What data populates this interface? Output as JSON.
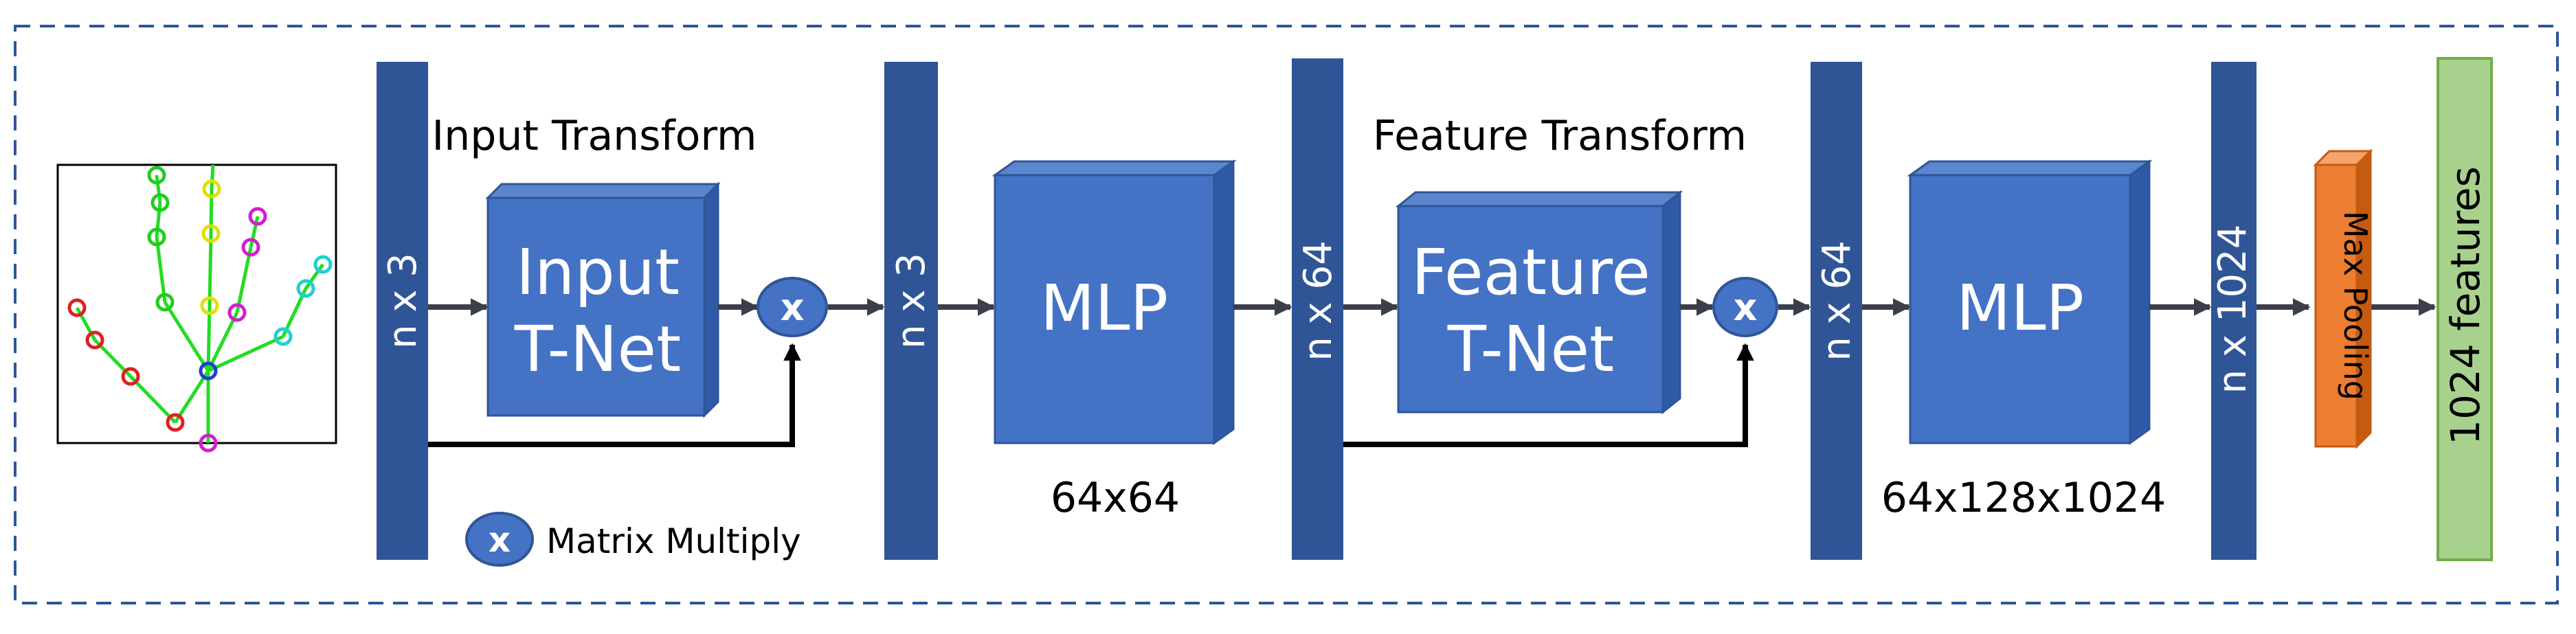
{
  "colors": {
    "bar": "#2f5597",
    "cube_front": "#4472c4",
    "cube_top": "#5b86cf",
    "cube_side": "#2e5aa8",
    "cube_edge": "#2f5597",
    "arrow": "#3a3f4b",
    "skip_line": "#000000",
    "frame": "#2f5597",
    "maxpool": "#ed7d31",
    "features": "#a9d18e",
    "skeleton_line": "#22dd22"
  },
  "labels": {
    "input_transform": "Input Transform",
    "feature_transform": "Feature Transform",
    "mlp1_dims": "64x64",
    "mlp2_dims": "64x128x1024",
    "legend_text": "Matrix Multiply"
  },
  "bars": {
    "b1": "n x 3",
    "b2": "n x 3",
    "b3": "n x 64",
    "b4": "n x 64",
    "b5": "n x 1024"
  },
  "blocks": {
    "input_tnet_l1": "Input",
    "input_tnet_l2": "T-Net",
    "mlp1": "MLP",
    "feature_tnet_l1": "Feature",
    "feature_tnet_l2": "T-Net",
    "mlp2": "MLP"
  },
  "ops": {
    "multiply_symbol": "x"
  },
  "outputs": {
    "max_pooling": "Max Pooling",
    "features": "1024 features"
  }
}
